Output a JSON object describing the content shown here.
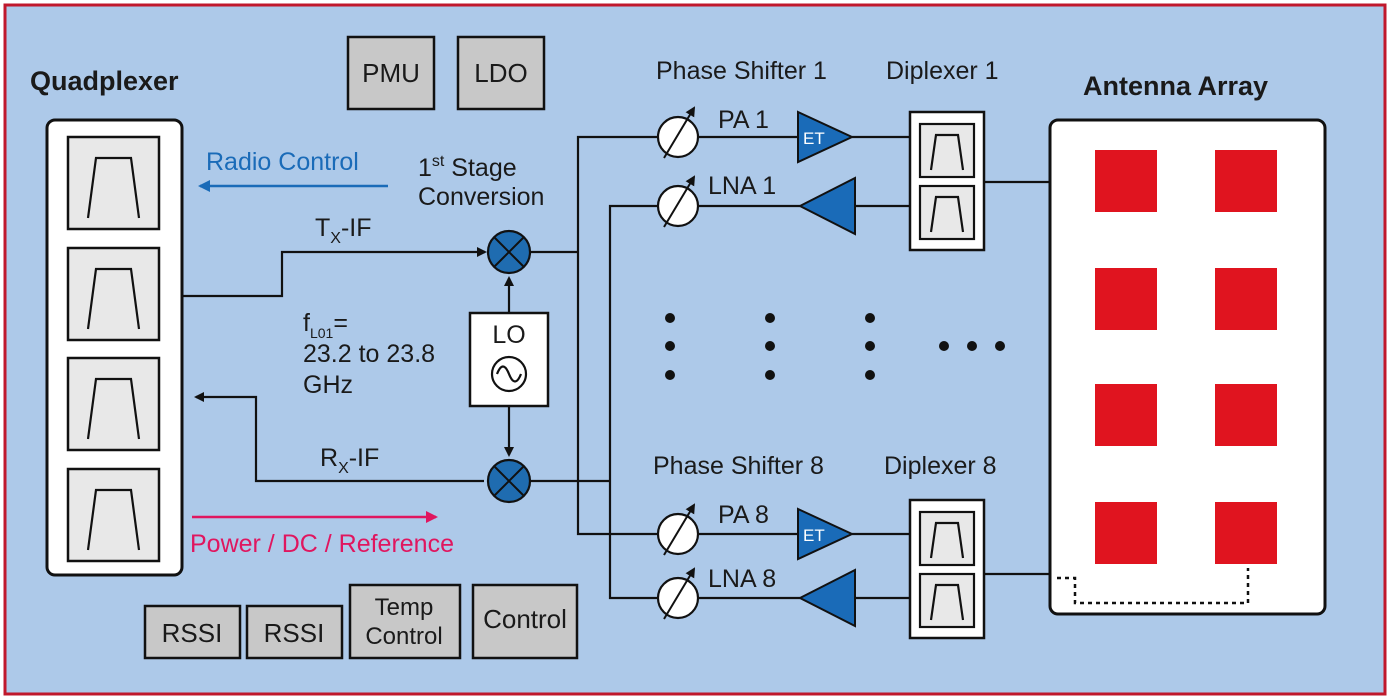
{
  "title_quadplexer": "Quadplexer",
  "title_antenna": "Antenna Array",
  "pmu": "PMU",
  "ldo": "LDO",
  "radio_control": "Radio Control",
  "stage_conv_num": "1",
  "stage_conv_sup": "st",
  "stage_conv_word": " Stage",
  "stage_conv_line2": "Conversion",
  "tx_if_main": "T",
  "tx_if_sub": "X",
  "tx_if_tail": "-IF",
  "rx_if_main": "R",
  "rx_if_sub": "X",
  "rx_if_tail": "-IF",
  "flo_main": "f",
  "flo_sub": "L01",
  "flo_eq": "=",
  "flo_line2": "23.2 to 23.8",
  "flo_line3": "GHz",
  "lo_label": "LO",
  "ps1": "Phase Shifter 1",
  "ps8": "Phase Shifter 8",
  "dip1": "Diplexer 1",
  "dip8": "Diplexer 8",
  "pa1": "PA 1",
  "lna1": "LNA 1",
  "pa8": "PA 8",
  "lna8": "LNA 8",
  "et": "ET",
  "power_dc_ref": "Power / DC / Reference",
  "rssi_1": "RSSI",
  "rssi_2": "RSSI",
  "temp_line1": "Temp",
  "temp_line2": "Control",
  "control": "Control",
  "colors": {
    "background": "#adc9e9",
    "border": "#c0182c",
    "radio_control": "#1a6bb8",
    "power": "#e0165f",
    "amp_fill": "#1a6bb8",
    "mixer_fill": "#1f6cb0",
    "antenna_element": "#e0141f"
  }
}
